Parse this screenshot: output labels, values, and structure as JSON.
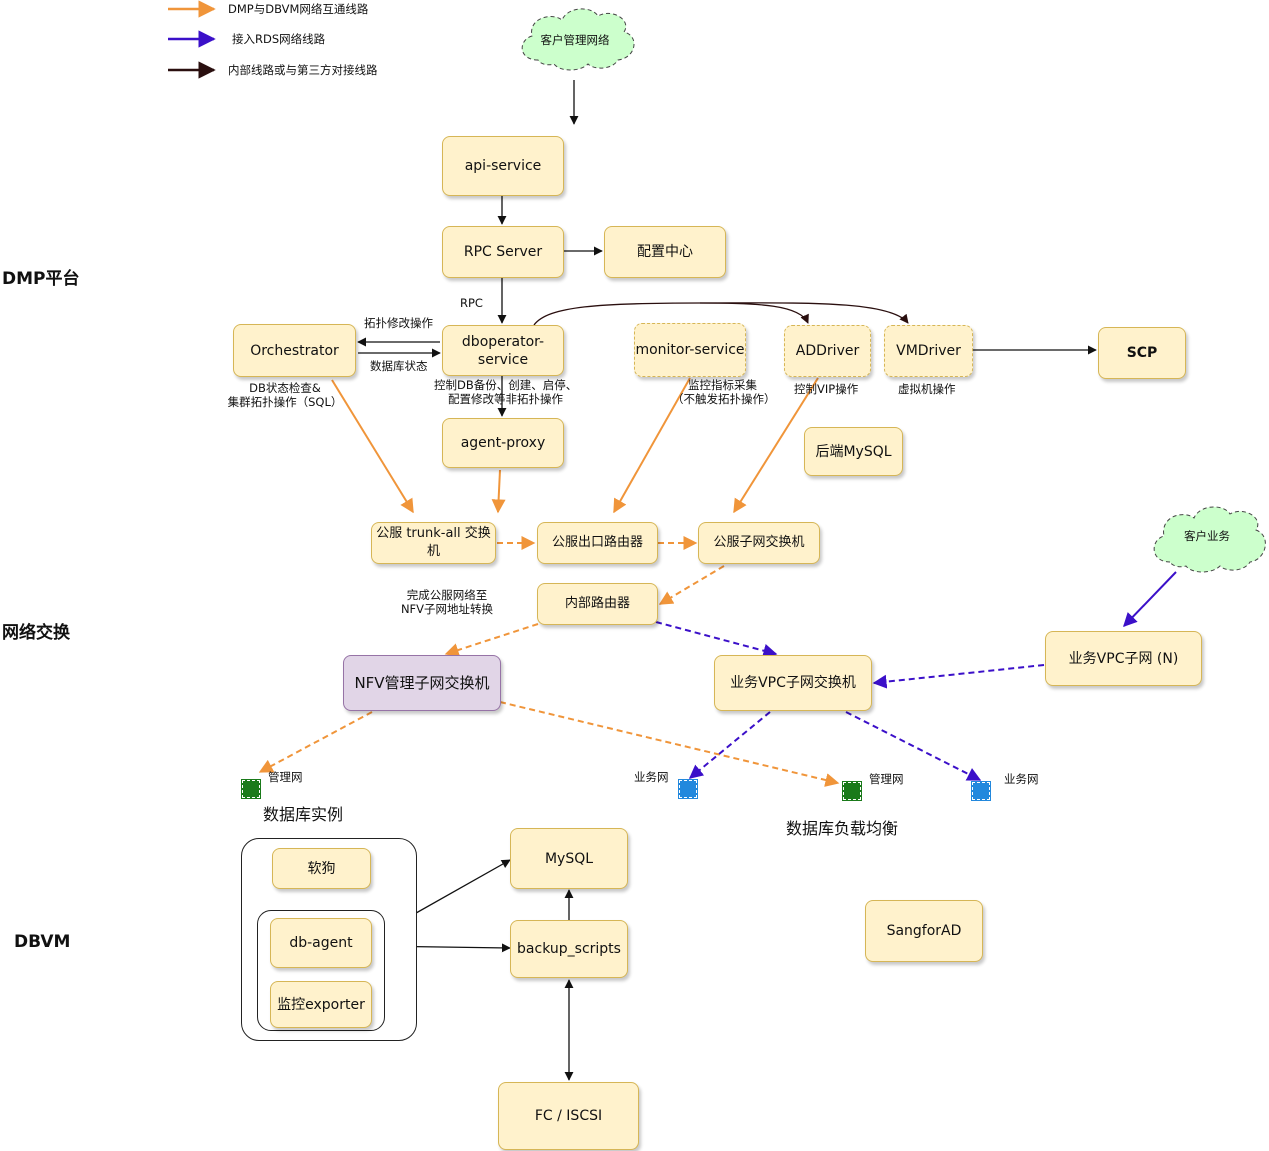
{
  "legend": [
    {
      "label": "DMP与DBVM网络互通线路",
      "color": "#f0953a"
    },
    {
      "label": "接入RDS网络线路",
      "color": "#3b10c9"
    },
    {
      "label": "内部线路或与第三方对接线路",
      "color": "#2a0f0f"
    }
  ],
  "clouds": {
    "customer_mgmt": "客户管理网络",
    "customer_business": "客户业务"
  },
  "sections": {
    "dmp": "DMP平台",
    "network": "网络交换",
    "dbvm": "DBVM"
  },
  "nodes": {
    "api_service": "api-service",
    "rpc_server": "RPC Server",
    "config_center": "配置中心",
    "orchestrator": "Orchestrator",
    "dboperator": "dboperator-service",
    "monitor_service": "monitor-service",
    "addriver": "ADDriver",
    "vmdriver": "VMDriver",
    "scp": "SCP",
    "agent_proxy": "agent-proxy",
    "backend_mysql": "后端MySQL",
    "trunk_switch": "公服 trunk-all 交换机",
    "egress_router": "公服出口路由器",
    "subnet_switch": "公服子网交换机",
    "internal_router": "内部路由器",
    "nfv_switch": "NFV管理子网交换机",
    "vpc_switch": "业务VPC子网交换机",
    "vpc_subnet": "业务VPC子网 (N)",
    "ruangou": "软狗",
    "db_agent": "db-agent",
    "exporter": "监控exporter",
    "mysql": "MySQL",
    "backup_scripts": "backup_scripts",
    "fc_iscsi": "FC / ISCSI",
    "sangforad": "SangforAD"
  },
  "edge_labels": {
    "rpc": "RPC",
    "topo_modify": "拓扑修改操作",
    "db_status": "数据库状态",
    "orch_note": [
      "DB状态检查&",
      "集群拓扑操作（SQL）"
    ],
    "dbop_note": [
      "控制DB备份、创建、启停、",
      "配置修改等非拓扑操作"
    ],
    "monitor_note": [
      "监控指标采集",
      "（不触发拓扑操作）"
    ],
    "ad_note": "控制VIP操作",
    "vm_note": "虚拟机操作",
    "nat_note": [
      "完成公服网络至",
      "NFV子网地址转换"
    ]
  },
  "ports": {
    "mgmt": "管理网",
    "business": "业务网"
  },
  "vm_titles": {
    "db_instance": "数据库实例",
    "db_lb": "数据库负载均衡"
  }
}
